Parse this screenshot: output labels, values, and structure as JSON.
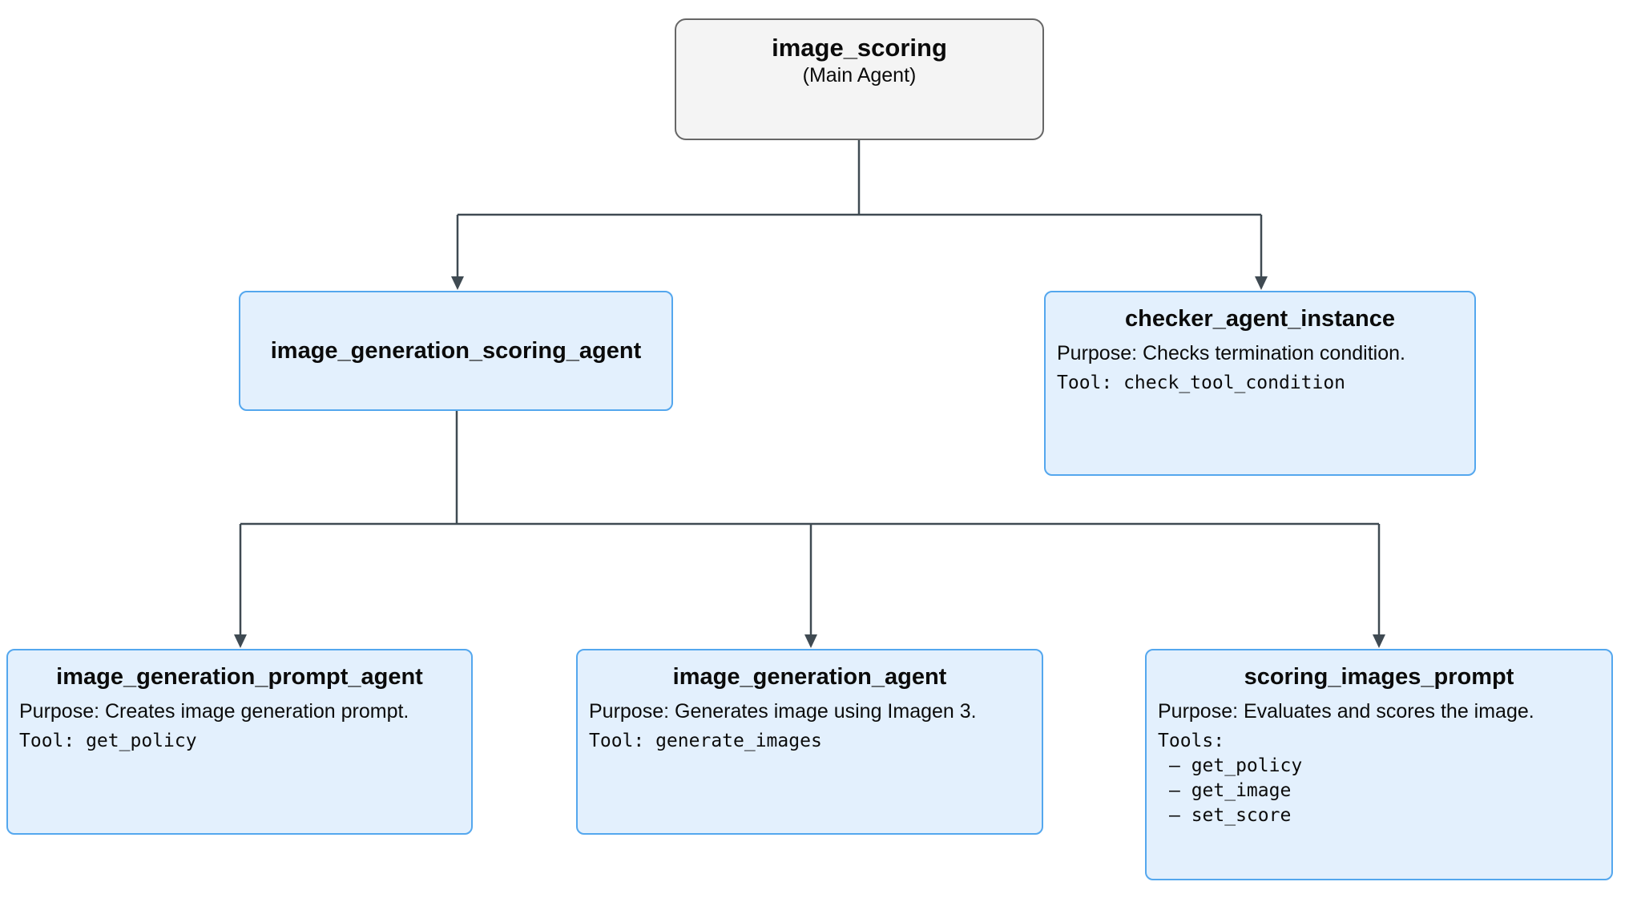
{
  "diagram": {
    "root": {
      "title": "image_scoring",
      "subtitle": "(Main Agent)"
    },
    "scoring_agent": {
      "title": "image_generation_scoring_agent"
    },
    "checker_agent": {
      "title": "checker_agent_instance",
      "purpose": "Purpose: Checks termination condition.",
      "tool_line": "Tool: check_tool_condition"
    },
    "prompt_agent": {
      "title": "image_generation_prompt_agent",
      "purpose": "Purpose: Creates image generation prompt.",
      "tool_line": "Tool: get_policy"
    },
    "generation_agent": {
      "title": "image_generation_agent",
      "purpose": "Purpose: Generates image using Imagen 3.",
      "tool_line": "Tool: generate_images"
    },
    "scoring_prompt": {
      "title": "scoring_images_prompt",
      "purpose": "Purpose: Evaluates and scores the image.",
      "tools_label": "Tools:",
      "tools": [
        "– get_policy",
        "– get_image",
        "– set_score"
      ]
    },
    "colors": {
      "node_fill": "#e3f0fd",
      "node_border": "#54a7ee",
      "root_fill": "#f4f4f4",
      "root_border": "#666666",
      "line": "#3f4a52"
    }
  }
}
